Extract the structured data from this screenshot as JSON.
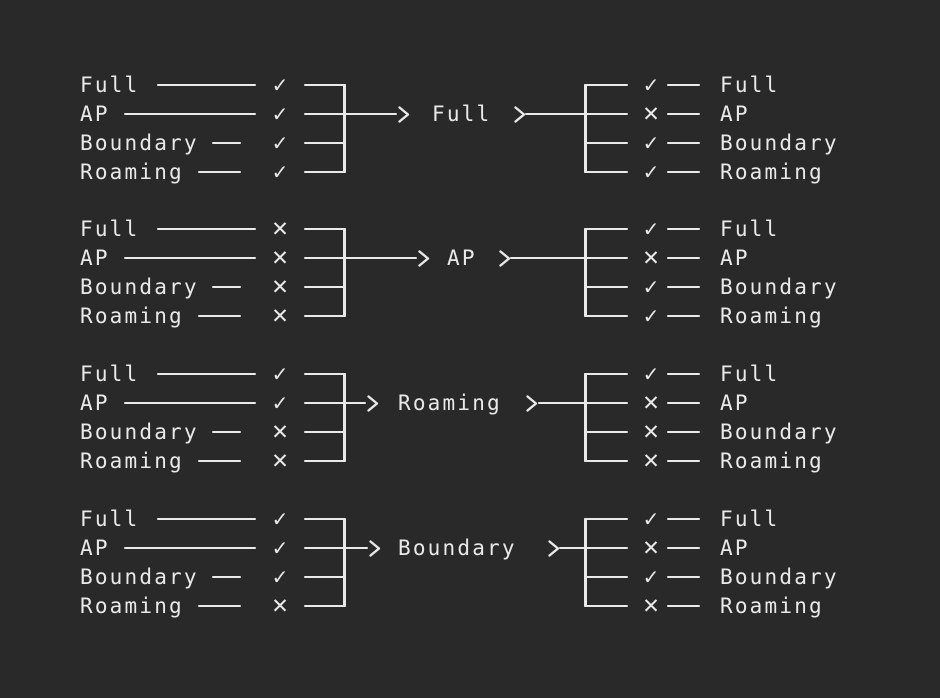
{
  "theme": {
    "background": "#292929",
    "foreground": "#e9e9e9"
  },
  "glyphs": {
    "check": "✓",
    "cross": "✕",
    "arrow": ">"
  },
  "states_order": [
    "Full",
    "AP",
    "Boundary",
    "Roaming"
  ],
  "transitions": [
    {
      "state": "Full",
      "inputs": [
        {
          "label": "Full",
          "mark": "check"
        },
        {
          "label": "AP",
          "mark": "check"
        },
        {
          "label": "Boundary",
          "mark": "check"
        },
        {
          "label": "Roaming",
          "mark": "check"
        }
      ],
      "outputs": [
        {
          "label": "Full",
          "mark": "check"
        },
        {
          "label": "AP",
          "mark": "cross"
        },
        {
          "label": "Boundary",
          "mark": "check"
        },
        {
          "label": "Roaming",
          "mark": "check"
        }
      ]
    },
    {
      "state": "AP",
      "inputs": [
        {
          "label": "Full",
          "mark": "cross"
        },
        {
          "label": "AP",
          "mark": "cross"
        },
        {
          "label": "Boundary",
          "mark": "cross"
        },
        {
          "label": "Roaming",
          "mark": "cross"
        }
      ],
      "outputs": [
        {
          "label": "Full",
          "mark": "check"
        },
        {
          "label": "AP",
          "mark": "cross"
        },
        {
          "label": "Boundary",
          "mark": "check"
        },
        {
          "label": "Roaming",
          "mark": "check"
        }
      ]
    },
    {
      "state": "Roaming",
      "inputs": [
        {
          "label": "Full",
          "mark": "check"
        },
        {
          "label": "AP",
          "mark": "check"
        },
        {
          "label": "Boundary",
          "mark": "cross"
        },
        {
          "label": "Roaming",
          "mark": "cross"
        }
      ],
      "outputs": [
        {
          "label": "Full",
          "mark": "check"
        },
        {
          "label": "AP",
          "mark": "cross"
        },
        {
          "label": "Boundary",
          "mark": "cross"
        },
        {
          "label": "Roaming",
          "mark": "cross"
        }
      ]
    },
    {
      "state": "Boundary",
      "inputs": [
        {
          "label": "Full",
          "mark": "check"
        },
        {
          "label": "AP",
          "mark": "check"
        },
        {
          "label": "Boundary",
          "mark": "check"
        },
        {
          "label": "Roaming",
          "mark": "cross"
        }
      ],
      "outputs": [
        {
          "label": "Full",
          "mark": "check"
        },
        {
          "label": "AP",
          "mark": "cross"
        },
        {
          "label": "Boundary",
          "mark": "check"
        },
        {
          "label": "Roaming",
          "mark": "cross"
        }
      ]
    }
  ]
}
